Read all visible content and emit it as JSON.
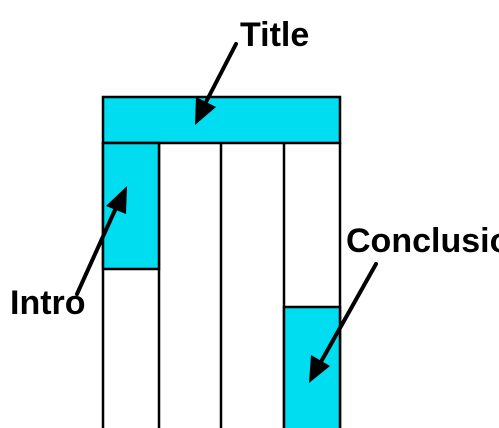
{
  "labels": {
    "title": "Title",
    "intro": "Intro",
    "conclusions": "Conclusions"
  },
  "colors": {
    "highlight": "#00dcf0",
    "line": "#000000",
    "background": "#ffffff"
  }
}
